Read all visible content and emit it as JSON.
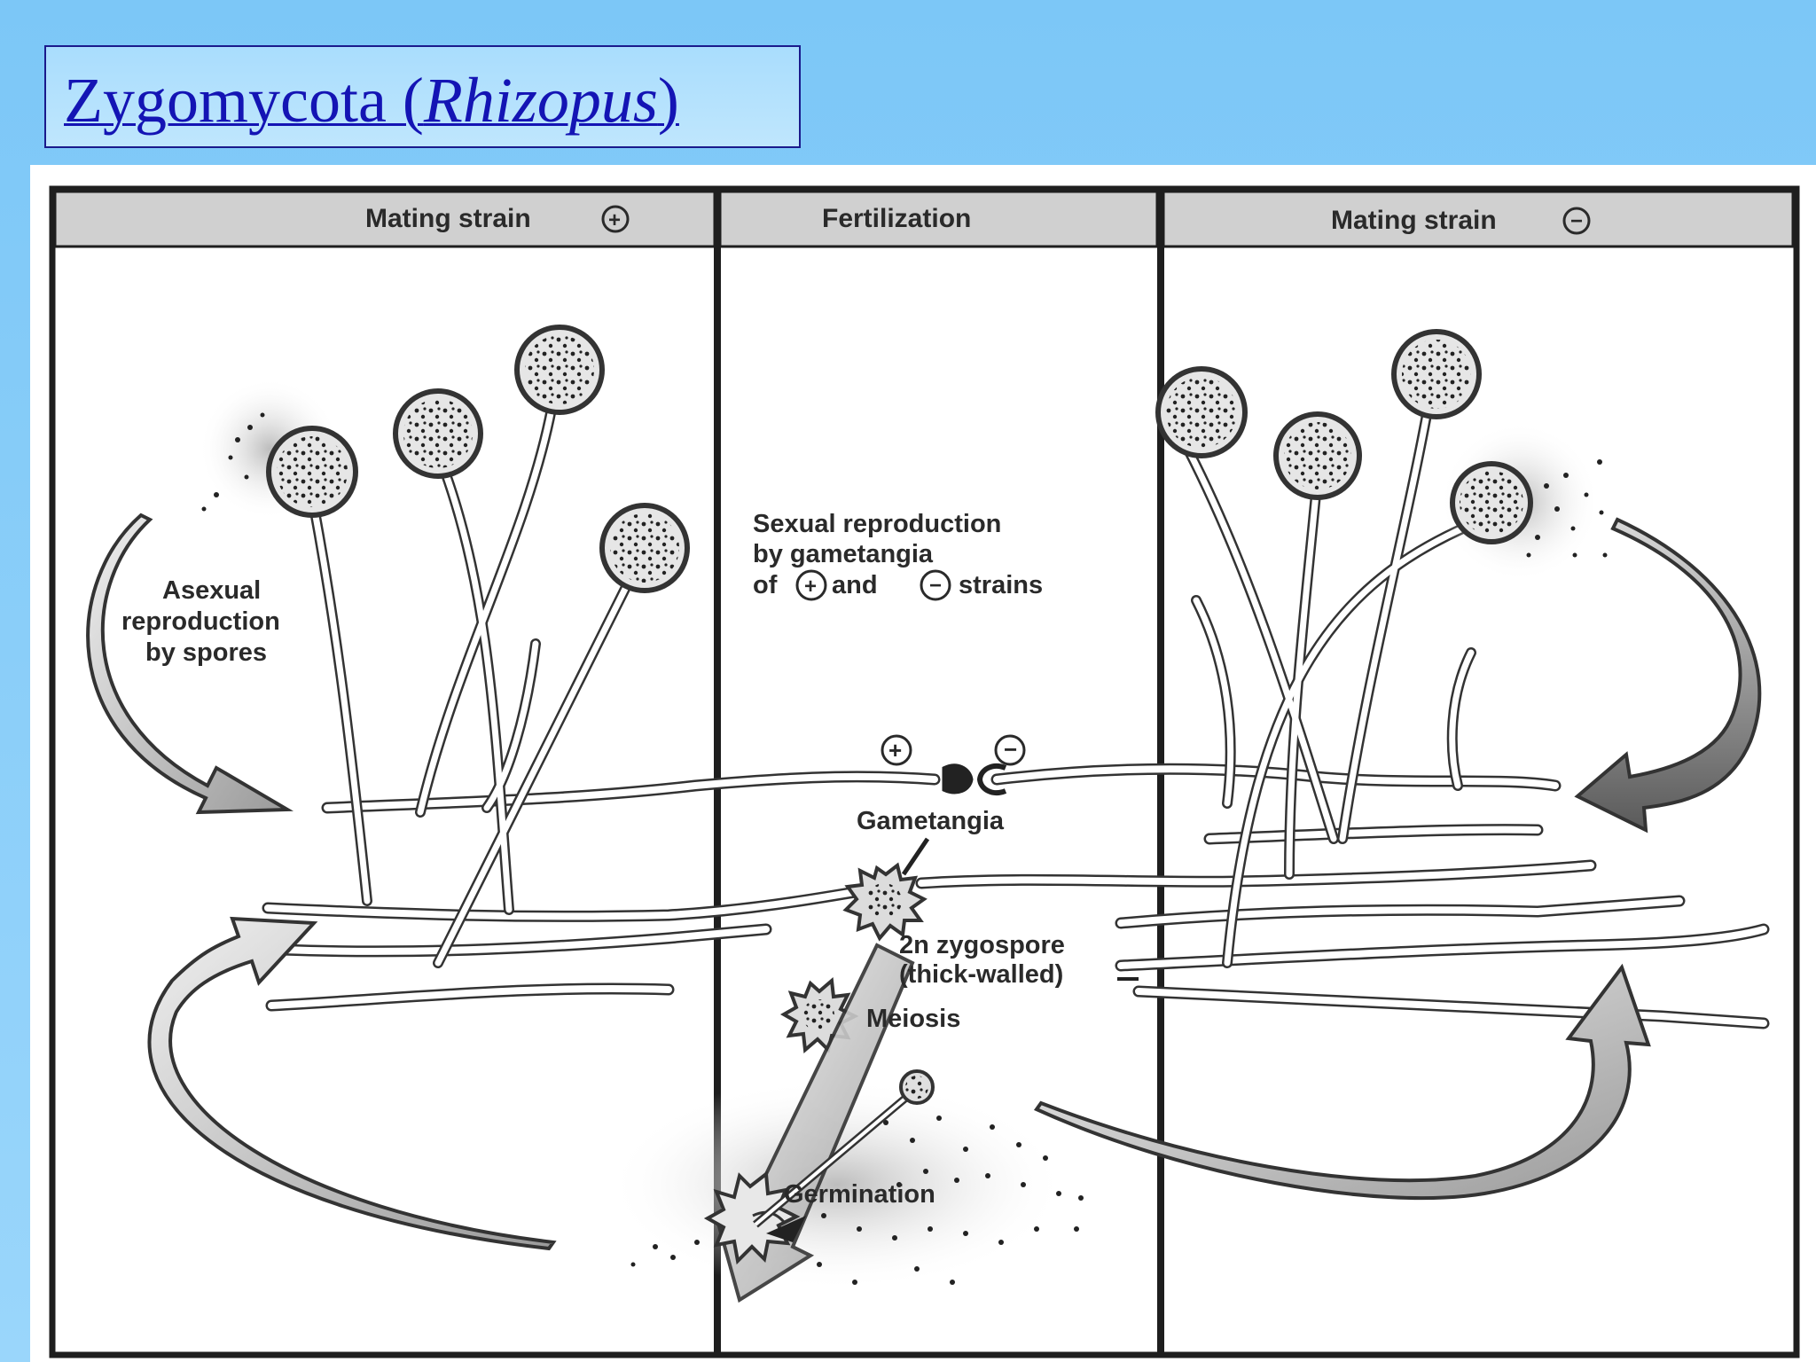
{
  "title": {
    "main": "Zygomycota (",
    "genus": "Rhizopus",
    "close": ")"
  },
  "diagram": {
    "headers": {
      "left": "Mating strain",
      "left_sign": "+",
      "center": "Fertilization",
      "right": "Mating strain",
      "right_sign": "−"
    },
    "labels": {
      "asexual_1": "Asexual",
      "asexual_2": "reproduction",
      "asexual_3": "by spores",
      "sexual_1": "Sexual reproduction",
      "sexual_2": "by gametangia",
      "sexual_3_of": "of",
      "sexual_3_plus": "+",
      "sexual_3_and": "and",
      "sexual_3_minus": "−",
      "sexual_3_strains": "strains",
      "plus_mark": "+",
      "minus_mark": "−",
      "gametangia": "Gametangia",
      "zygospore_1": "2n zygospore",
      "zygospore_2": "(thick-walled)",
      "meiosis": "Meiosis",
      "germination": "Germination"
    }
  },
  "colors": {
    "background": "#8fd0fa",
    "title_text": "#1414b4",
    "title_border": "#1a1a8c",
    "frame": "#1e1e1e",
    "header_fill": "#d0d0d0",
    "arrow_fill": "#c8c8c8",
    "arrow_dark": "#707070"
  }
}
